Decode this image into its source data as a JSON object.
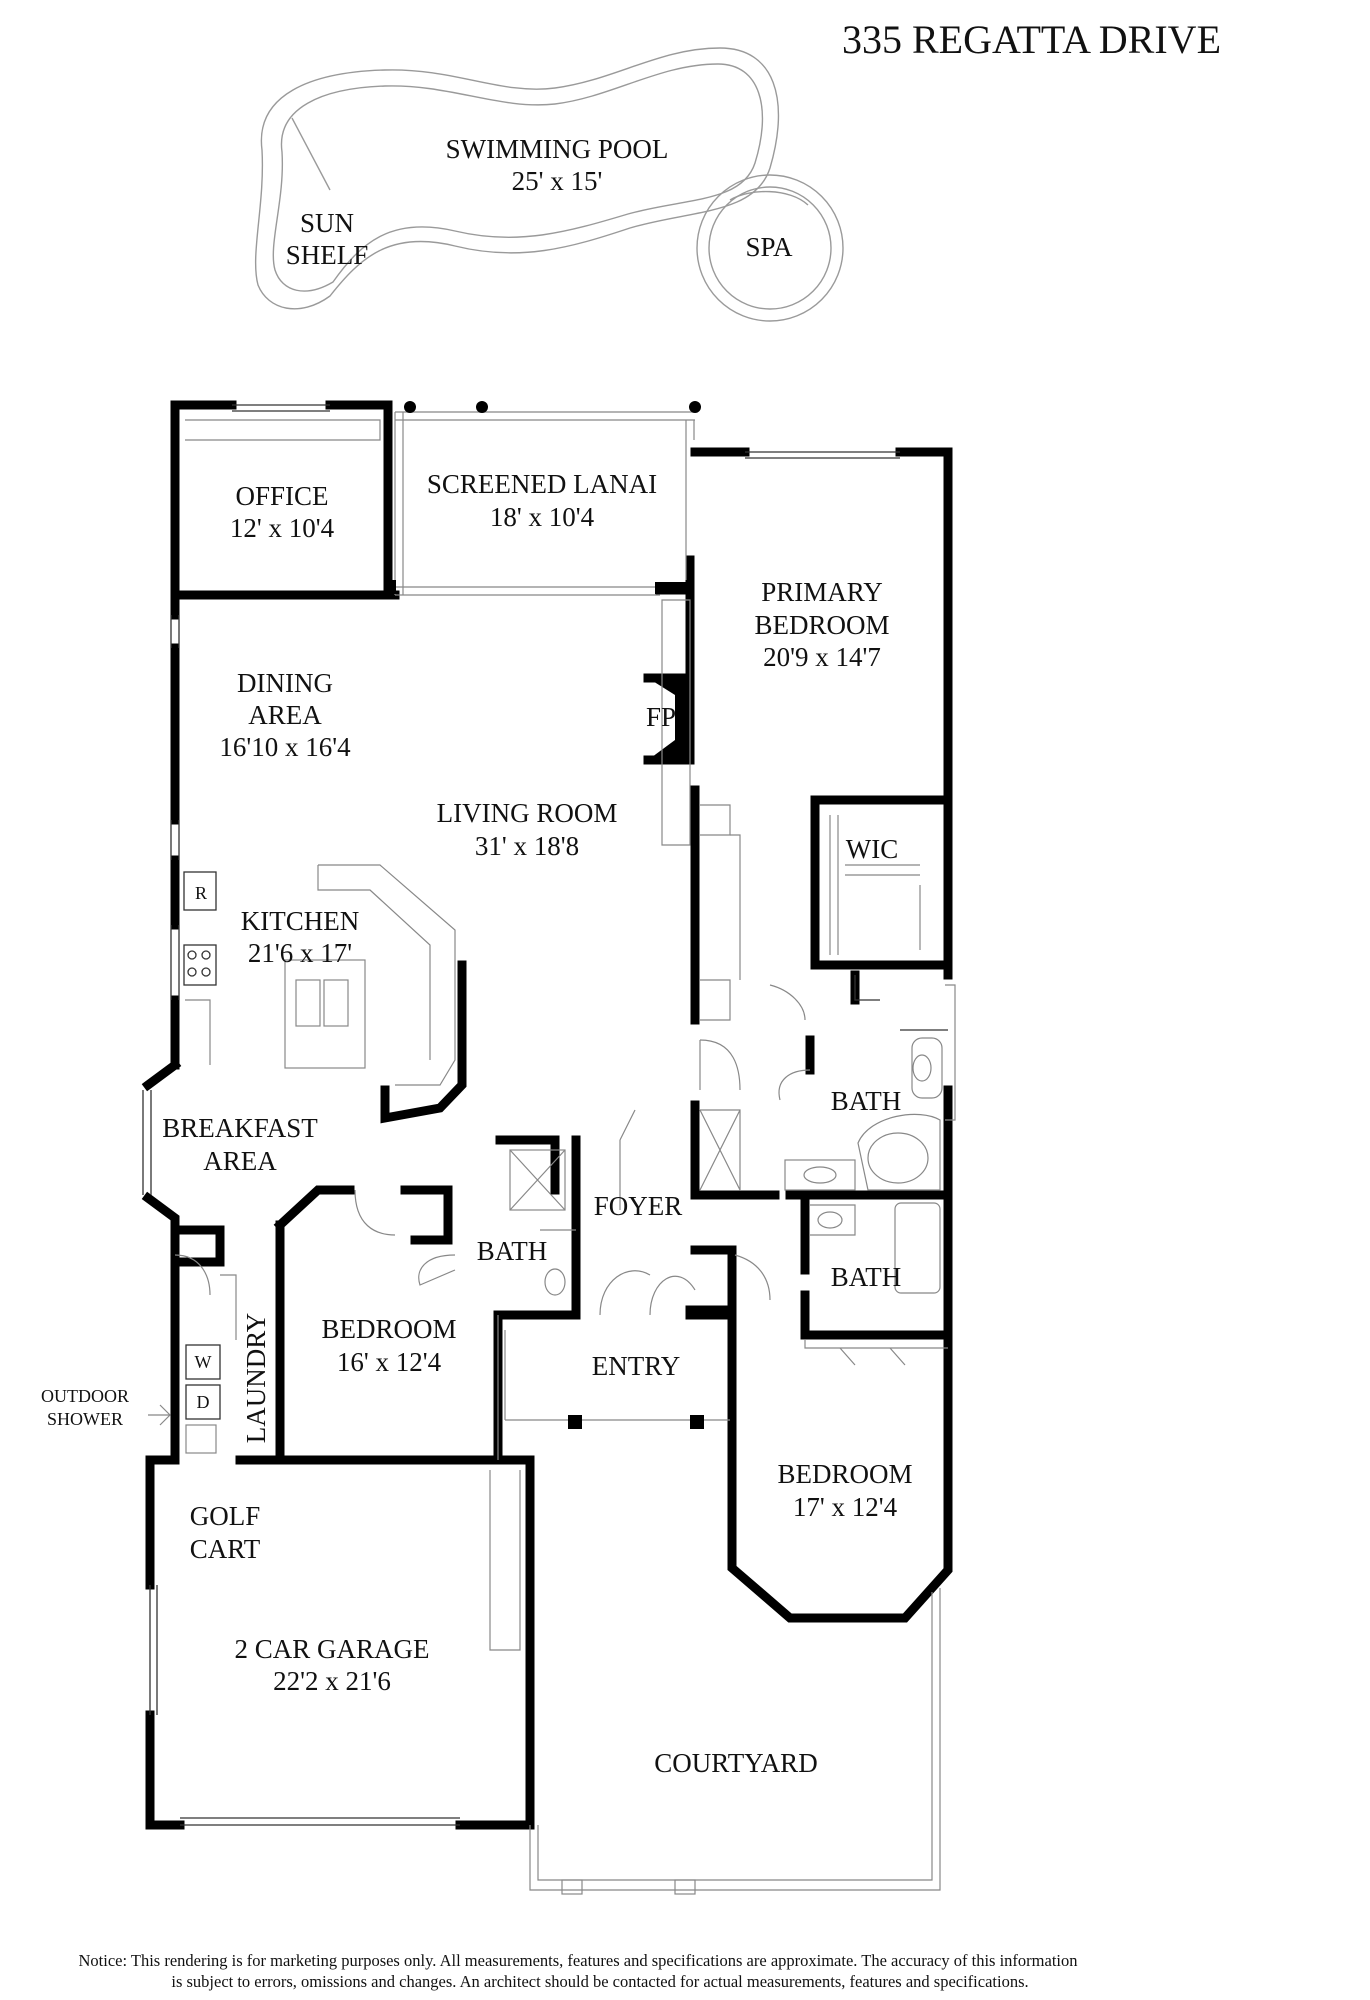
{
  "title": "335 REGATTA DRIVE",
  "pool": {
    "name": "SWIMMING POOL",
    "dims": "25' x 15'",
    "sun_shelf_line1": "SUN",
    "sun_shelf_line2": "SHELF",
    "spa": "SPA"
  },
  "rooms": {
    "office": {
      "name": "OFFICE",
      "dims": "12' x 10'4"
    },
    "lanai": {
      "name": "SCREENED LANAI",
      "dims": "18' x 10'4"
    },
    "primary_bedroom": {
      "name_line1": "PRIMARY",
      "name_line2": "BEDROOM",
      "dims": "20'9 x 14'7"
    },
    "dining": {
      "name_line1": "DINING",
      "name_line2": "AREA",
      "dims": "16'10 x 16'4"
    },
    "fireplace": "FP",
    "living": {
      "name": "LIVING ROOM",
      "dims": "31' x 18'8"
    },
    "wic": "WIC",
    "refrigerator": "R",
    "kitchen": {
      "name": "KITCHEN",
      "dims": "21'6 x 17'"
    },
    "bath_primary": "BATH",
    "breakfast": {
      "name_line1": "BREAKFAST",
      "name_line2": "AREA"
    },
    "foyer": "FOYER",
    "bath_hall": "BATH",
    "bath_guest": "BATH",
    "washer": "W",
    "dryer": "D",
    "laundry": "LAUNDRY",
    "bedroom_2": {
      "name": "BEDROOM",
      "dims": "16' x 12'4"
    },
    "entry": "ENTRY",
    "outdoor_shower_line1": "OUTDOOR",
    "outdoor_shower_line2": "SHOWER",
    "bedroom_3": {
      "name": "BEDROOM",
      "dims": "17' x 12'4"
    },
    "golf_cart_line1": "GOLF",
    "golf_cart_line2": "CART",
    "garage": {
      "name": "2 CAR GARAGE",
      "dims": "22'2 x 21'6"
    },
    "courtyard": "COURTYARD"
  },
  "notice_line1": "Notice: This rendering is for marketing purposes only. All measurements, features and specifications are approximate. The accuracy of this information",
  "notice_line2": "is subject to errors, omissions and changes. An architect should be contacted for actual measurements, features and specifications.",
  "colors": {
    "walls": "#000000",
    "text": "#111111",
    "pool_outline": "#9a9a9a"
  }
}
